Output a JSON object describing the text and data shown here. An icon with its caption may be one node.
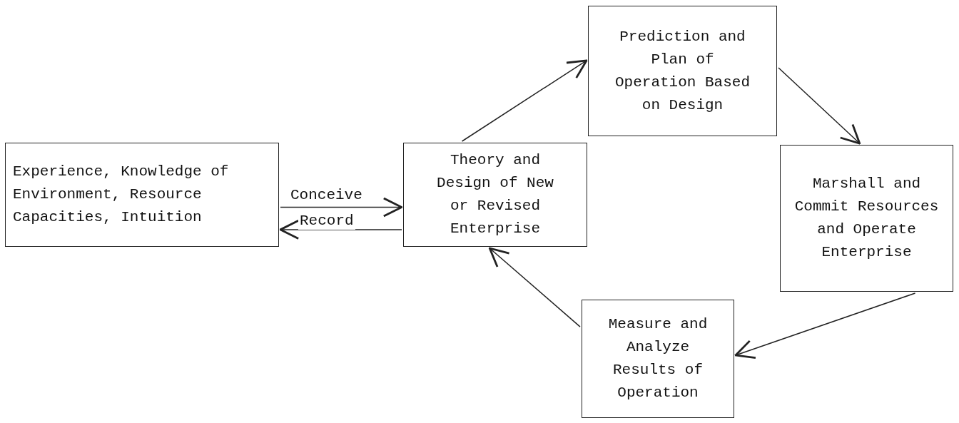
{
  "diagram": {
    "nodes": [
      {
        "text": [
          "Experience, Knowledge of Environment, Resource Capacities, Intuition"
        ]
      },
      {
        "text": [
          "Theory and Design of New or Revised Enterprise"
        ]
      },
      {
        "text": [
          "Prediction and Plan of Operation Based on Design"
        ]
      },
      {
        "text": [
          "Marshall and Commit Resources and Operate Enterprise"
        ]
      },
      {
        "text": [
          "Measure and Analyze Results of Operation"
        ]
      }
    ],
    "edges": [
      {
        "from": 0,
        "to": 1,
        "arrow": "to",
        "label": "Conceive"
      },
      {
        "from": 1,
        "to": 0,
        "arrow": "to",
        "label": "Record"
      },
      {
        "from": 1,
        "to": 2,
        "arrow": "to"
      },
      {
        "from": 2,
        "to": 3,
        "arrow": "to"
      },
      {
        "from": 3,
        "to": 4,
        "arrow": "to"
      },
      {
        "from": 4,
        "to": 1,
        "arrow": "to"
      }
    ]
  }
}
